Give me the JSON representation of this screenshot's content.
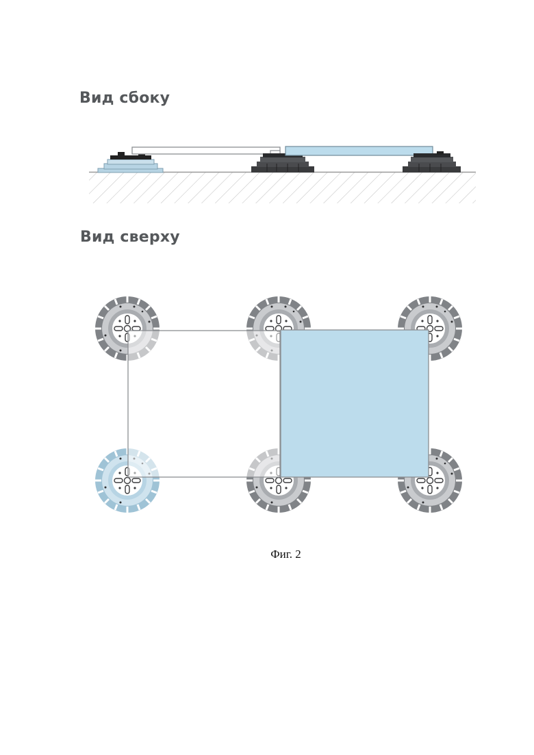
{
  "side_view": {
    "title": "Вид сбоку"
  },
  "top_view": {
    "title": "Вид сверху"
  },
  "caption": "Фиг. 2",
  "colors": {
    "support_gray": "#808387",
    "support_dark": "#38393b",
    "support_light_ring": "#c9cbce",
    "support_blue": "#9fc3d6",
    "tile_blue": "#bcdcec",
    "tile_outline": "#8b8e92",
    "ground_hatch": "#c8c8c8"
  }
}
